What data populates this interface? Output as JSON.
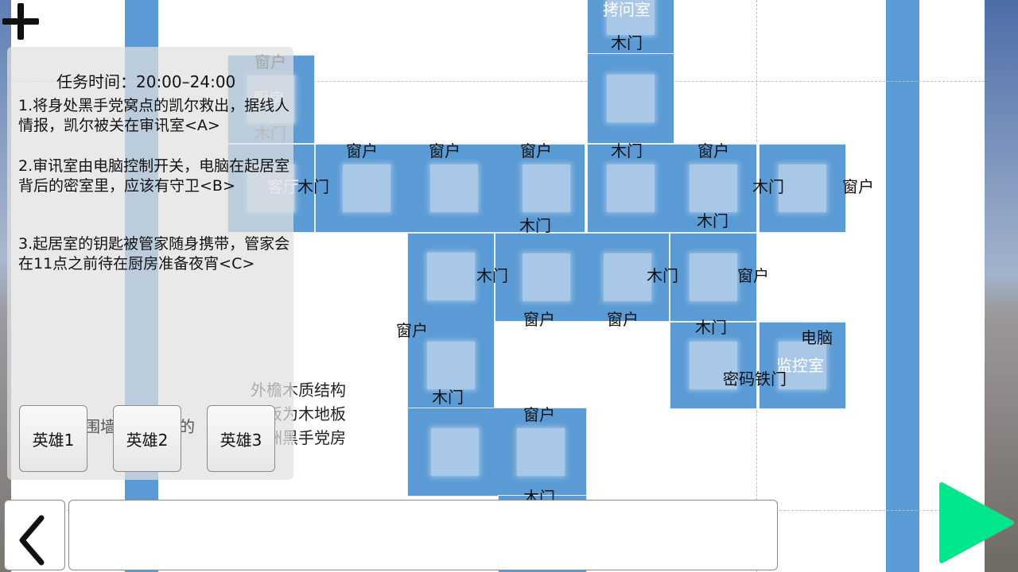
{
  "panel": {
    "title": "任务时间：20:00–24:00",
    "tasks": [
      "1.将身处黑手党窝点的凯尔救出，据线人情报，凯尔被关在审讯室<A>",
      "2.审讯室由电脑控制开关，电脑在起居室背后的密室里，应该有守卫<B>",
      "3.起居室的钥匙被管家随身携带，管家会在11点之前待在厨房准备夜宵<C>"
    ],
    "heroes": [
      "英雄1",
      "英雄2",
      "英雄3"
    ]
  },
  "map": {
    "rooms": {
      "interrogation": "拷问室",
      "kitchen": "厨房",
      "monitor": "监控室",
      "behind_panel": "客厅"
    },
    "labels": {
      "window": "窗户",
      "wood_door": "木门",
      "computer": "电脑",
      "code_iron_door": "密码铁门",
      "fence_partial": "围墙",
      "fence_partial2": "的"
    },
    "notes": [
      "外檐木质结构",
      "地板为木地板",
      "欧洲黑手党房"
    ]
  },
  "controls": {
    "add_icon": "plus-icon",
    "back_icon": "chevron-left-icon",
    "next_icon": "play-icon",
    "next_color": "#00e68a",
    "dialog_text": ""
  },
  "colors": {
    "room": "#5b9bd5",
    "wall": "#5b9bd5"
  }
}
